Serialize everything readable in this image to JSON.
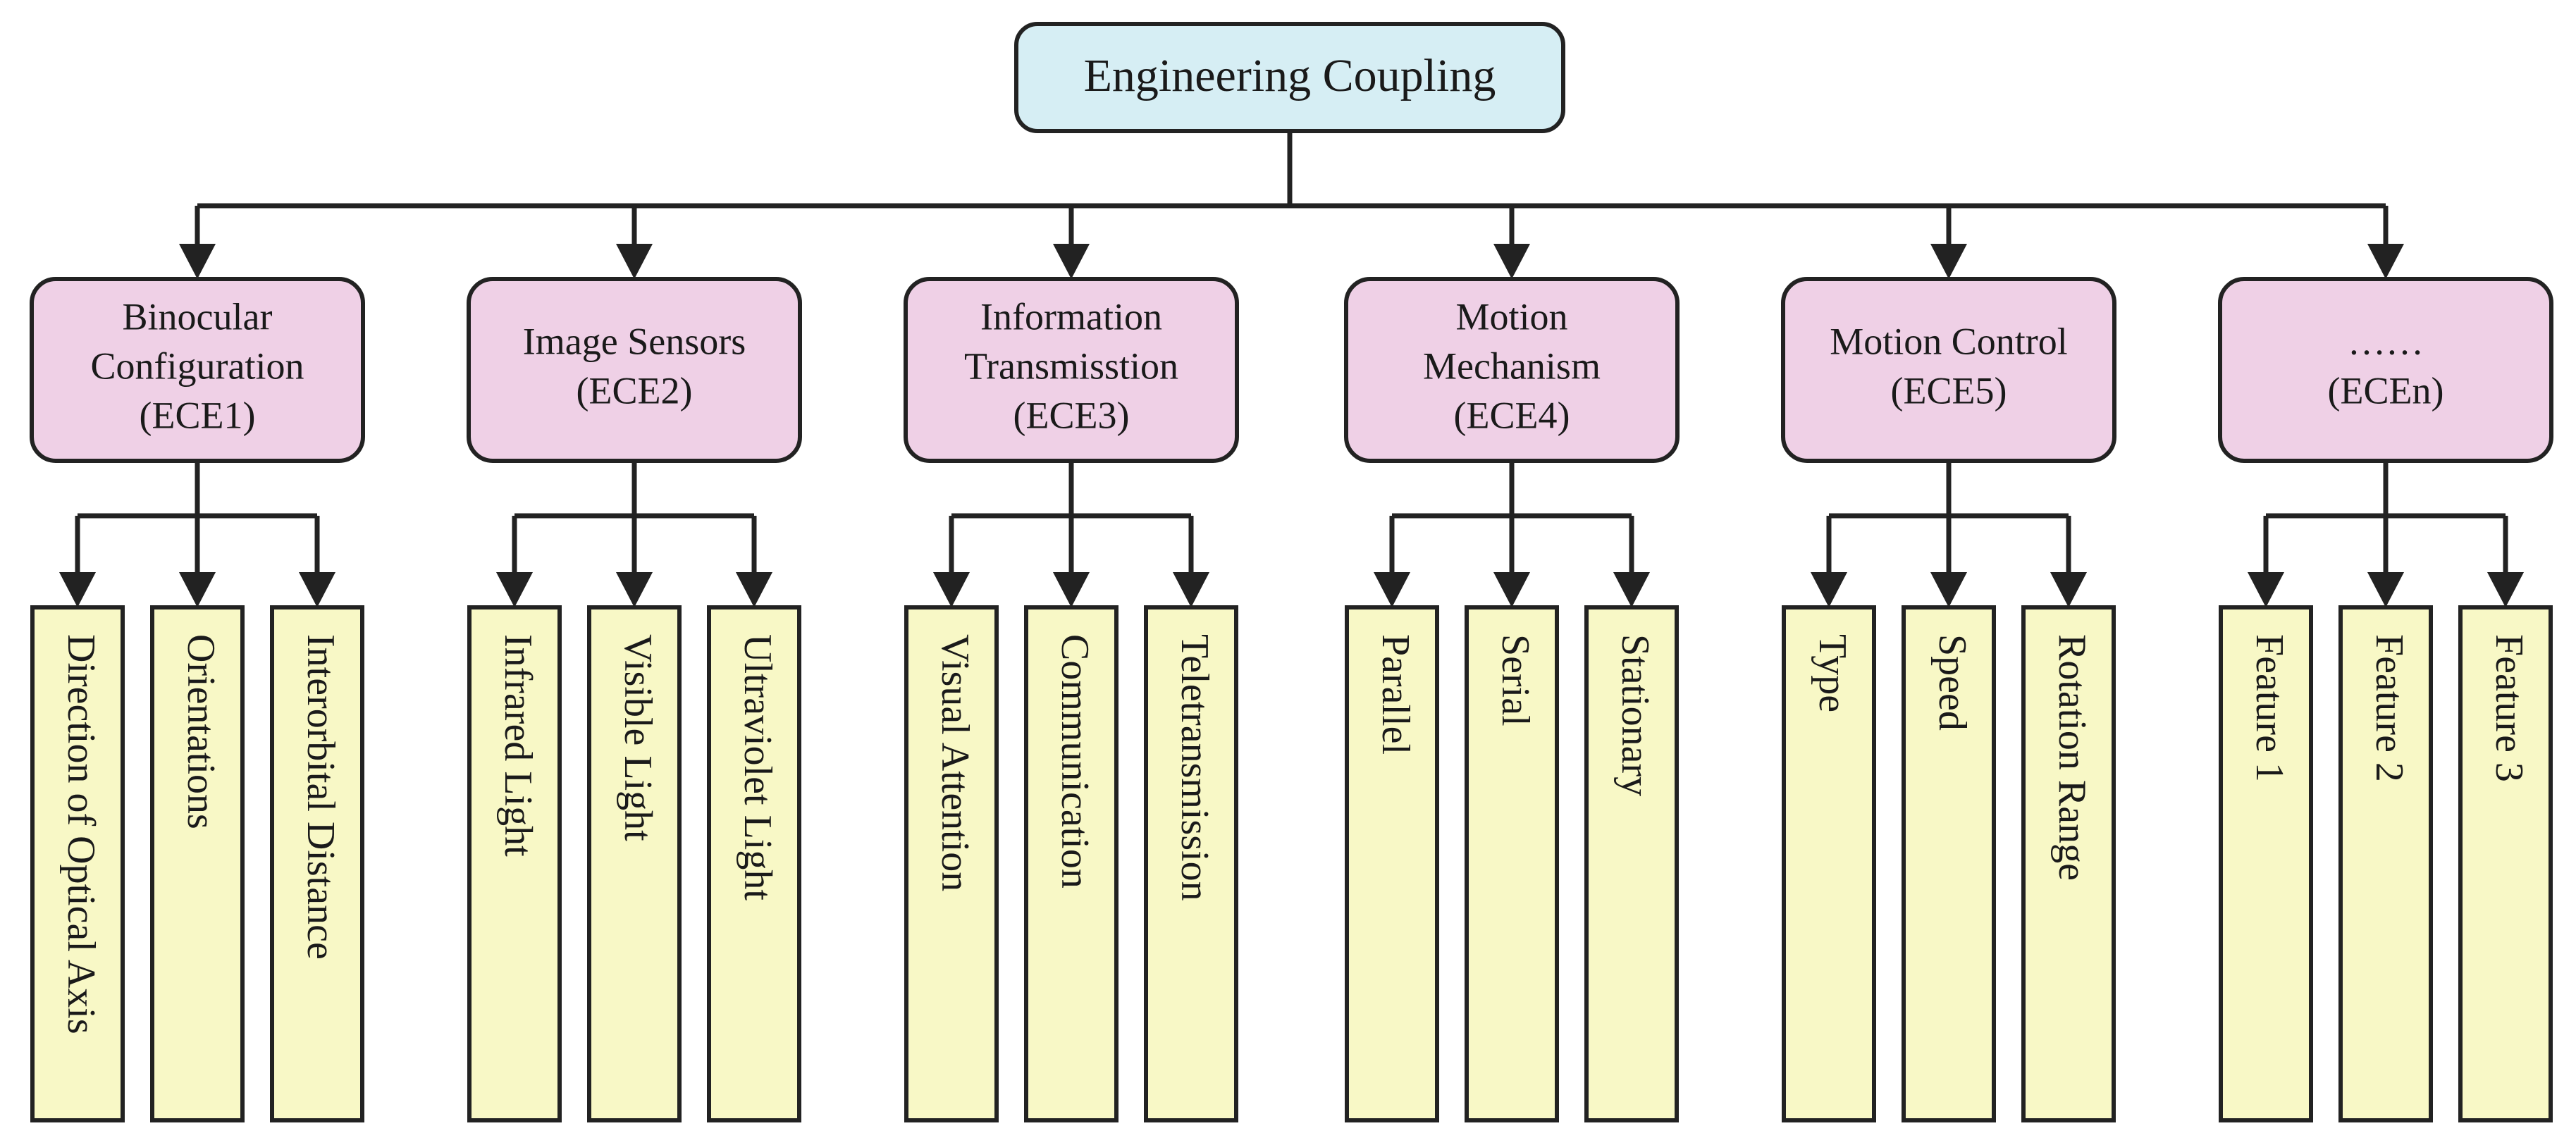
{
  "root": {
    "label": "Engineering Coupling",
    "color": "#d6eef4"
  },
  "categories": [
    {
      "lines": [
        "Binocular",
        "Configuration",
        "(ECE1)"
      ],
      "children": [
        "Direction of Optical Axis",
        "Orientations",
        "Interorbital Distance"
      ]
    },
    {
      "lines": [
        "Image Sensors",
        "(ECE2)"
      ],
      "children": [
        "Infrared Light",
        "Visible Light",
        "Ultraviolet Light"
      ]
    },
    {
      "lines": [
        "Information",
        "Transmisstion",
        "(ECE3)"
      ],
      "children": [
        "Visual Attention",
        "Communication",
        "Teletransmission"
      ]
    },
    {
      "lines": [
        "Motion",
        "Mechanism",
        "(ECE4)"
      ],
      "children": [
        "Parallel",
        "Serial",
        "Stationary"
      ]
    },
    {
      "lines": [
        "Motion Control",
        "(ECE5)"
      ],
      "children": [
        "Type",
        "Speed",
        "Rotation Range"
      ]
    },
    {
      "lines": [
        "……",
        "(ECEn)"
      ],
      "children": [
        "Feature 1",
        "Feature 2",
        "Feature 3"
      ]
    }
  ],
  "colors": {
    "category": "#efd0e6",
    "leaf": "#f8f8c6",
    "line": "#222222"
  }
}
